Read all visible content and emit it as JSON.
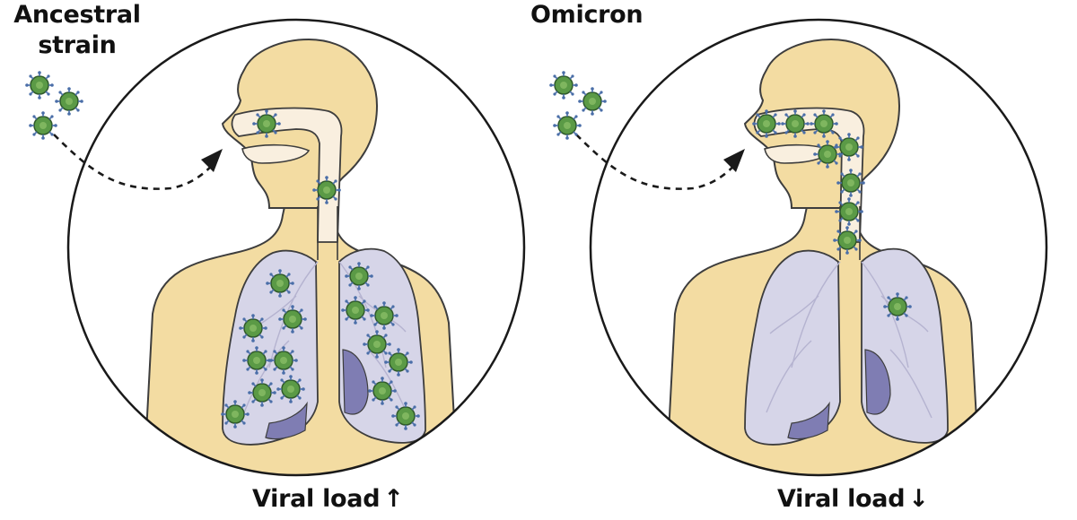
{
  "panels": [
    {
      "title": "Ancestral strain",
      "caption": "Viral load",
      "caption_arrow": "↑"
    },
    {
      "title": "Omicron",
      "caption": "Viral load",
      "caption_arrow": "↓"
    }
  ],
  "colors": {
    "skin": "#f3dca2",
    "outline": "#3d3d3d",
    "airway": "#f9efdf",
    "lung": "#d6d5e8",
    "lung_inner": "#7f7db3",
    "virus": "#5b9a46",
    "virus_spike": "#4a6ea8",
    "path": "#1a1a1a"
  },
  "icons": {
    "virus": "virus-particle-icon",
    "arrow_up": "arrow-up-icon",
    "arrow_down": "arrow-down-icon"
  }
}
